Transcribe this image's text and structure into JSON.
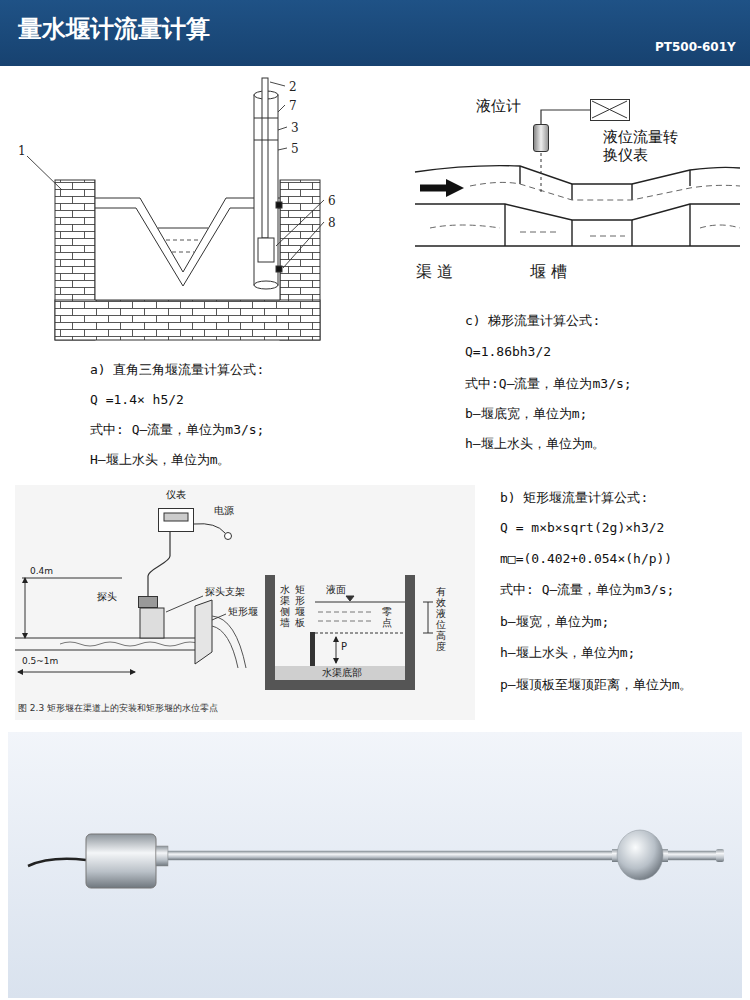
{
  "diagram": {
    "title": "量水堰计流量计算",
    "caption": "图 2.3 矩形堰在渠道上的安装和矩形堰的水位零点",
    "nodes": [
      {
        "text": [
          "液位计"
        ]
      },
      {
        "text": [
          "液位流量转换仪表"
        ]
      },
      {
        "text": [
          "仪表"
        ]
      },
      {
        "text": [
          "探头"
        ]
      }
    ],
    "edges": [
      {
        "from": 0,
        "to": 1,
        "arrow": "none"
      },
      {
        "from": 2,
        "to": 3,
        "arrow": "none"
      }
    ],
    "labels": [
      "PT500-601Y",
      "2",
      "7",
      "3",
      "5",
      "1",
      "6",
      "8",
      "渠 道",
      "堰 槽",
      "c) 梯形流量计算公式:",
      "Q=1.86bh3/2",
      "式中:Q—流量，单位为m3/s;",
      "b—堰底宽，单位为m;",
      "h—堰上水头，单位为m。",
      "a) 直角三角堰流量计算公式:",
      "Q =1.4× h5/2",
      "式中: Q—流量，单位为m3/s;",
      "H—堰上水头，单位为m。",
      "电源",
      "0.4m",
      "探头支架",
      "矩形堰",
      "0.5~1m",
      "水渠侧墙",
      "矩形堰板",
      "液面",
      "零点",
      "P",
      "水渠底部",
      "有效液位高度",
      "b) 矩形堰流量计算公式:",
      "Q = m×b×sqrt(2g)×h3/2",
      "m□=(0.402+0.054×(h/p))",
      "式中: Q—流量，单位为m3/s;",
      "b—堰宽，单位为m;",
      "h—堰上水头，单位为m;",
      "p—堰顶板至堰顶距离，单位为m。"
    ]
  }
}
